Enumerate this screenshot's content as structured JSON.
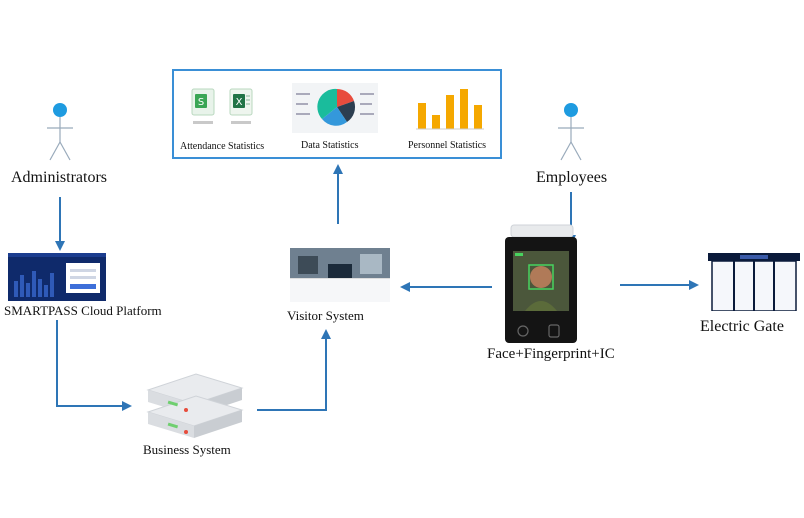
{
  "stats_panel": {
    "attendance_label": "Attendance Statistics",
    "data_label": "Data Statistics",
    "personnel_label": "Personnel Statistics"
  },
  "nodes": {
    "administrators": "Administrators",
    "employees": "Employees",
    "smartpass": "SMARTPASS Cloud Platform",
    "visitor": "Visitor System",
    "business": "Business System",
    "terminal": "Face+Fingerprint+IC",
    "gate": "Electric Gate"
  },
  "colors": {
    "arrow": "#2e75b6",
    "person": "#1e9be0",
    "panel_border": "#3a8fd6",
    "bar": "#f5a800"
  }
}
